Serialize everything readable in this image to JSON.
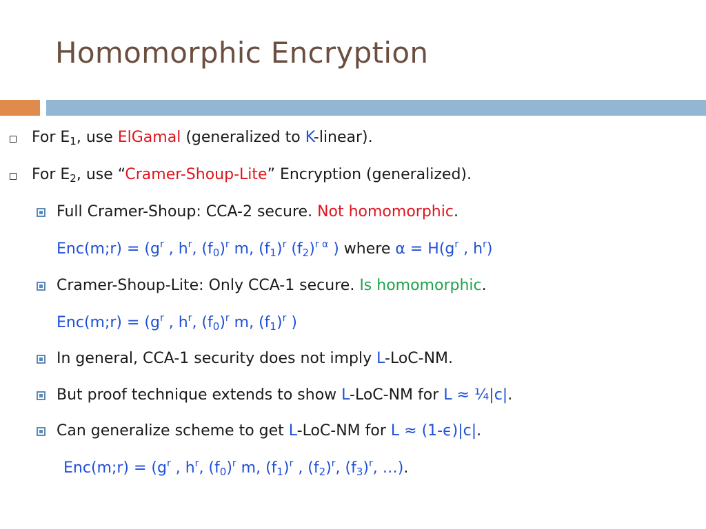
{
  "slide": {
    "title": "Homomorphic Encryption",
    "colors": {
      "title": "#6b4e3f",
      "band_orange": "#e08a4c",
      "band_blue": "#93b6d2",
      "blue": "#1f4fd8",
      "red": "#e0141c",
      "green": "#1ea24a"
    }
  },
  "bullets": {
    "b1": {
      "pre": "For E",
      "sub": "1",
      "mid": ", use ",
      "elgamal": "ElGamal",
      "paren_open": " (generalized to ",
      "k": "K",
      "post": "-linear)."
    },
    "b2": {
      "pre": "For E",
      "sub": "2",
      "mid": ", use “",
      "csl": "Cramer-Shoup-Lite",
      "post": "” Encryption (generalized)."
    },
    "s1": {
      "text": "Full Cramer-Shoup: CCA-2 secure. ",
      "not_homo": "Not homomorphic",
      "end": "."
    },
    "f1": {
      "a": "Enc(m;r) = (g",
      "a_sup": "r",
      "b": " , h",
      "b_sup": "r",
      "c": ",   (f",
      "c_sub": "0",
      "d": ")",
      "d_sup": "r",
      "e": " m,  (f",
      "e_sub": "1",
      "f": ")",
      "f_sup": "r",
      "g": " (f",
      "g_sub": "2",
      "h": ")",
      "h_sup": "r α",
      "i": " )",
      "where": "  where ",
      "alpha": "α = H(g",
      "alpha_sup": "r",
      "alpha_b": " , h",
      "alpha_b_sup": "r",
      "alpha_c": ")"
    },
    "s2": {
      "text": "Cramer-Shoup-Lite: Only CCA-1 secure. ",
      "is_homo": "Is homomorphic",
      "end": "."
    },
    "f2": {
      "a": "Enc(m;r) = (g",
      "a_sup": "r",
      "b": " , h",
      "b_sup": "r",
      "c": ",   (f",
      "c_sub": "0",
      "d": ")",
      "d_sup": "r",
      "e": " m,  (f",
      "e_sub": "1",
      "f": ")",
      "f_sup": "r",
      "g": "  )"
    },
    "s3": {
      "pre": "In general, CCA-1 security does not imply ",
      "L": "L",
      "post": "-LoC-NM."
    },
    "s4": {
      "pre": "But proof technique extends to show ",
      "L": "L",
      "mid": "-LoC-NM for  ",
      "expr": "L ≈ ¼|c|",
      "end": "."
    },
    "s5": {
      "pre": "Can generalize scheme to get ",
      "L": "L",
      "mid": "-LoC-NM for ",
      "expr": "L ≈ (1-ϵ)|c|",
      "end": "."
    },
    "f3": {
      "a": "Enc(m;r) = (g",
      "a_sup": "r",
      "b": " , h",
      "b_sup": "r",
      "c": ",   (f",
      "c_sub": "0",
      "d": ")",
      "d_sup": "r",
      "e": " m,  (f",
      "e_sub": "1",
      "f": ")",
      "f_sup": "r",
      "g": " , (f",
      "g_sub": "2",
      "h": ")",
      "h_sup": "r",
      "i": ",  (f",
      "i_sub": "3",
      "j": ")",
      "j_sup": "r",
      "k": ", …)",
      "end": "."
    }
  }
}
